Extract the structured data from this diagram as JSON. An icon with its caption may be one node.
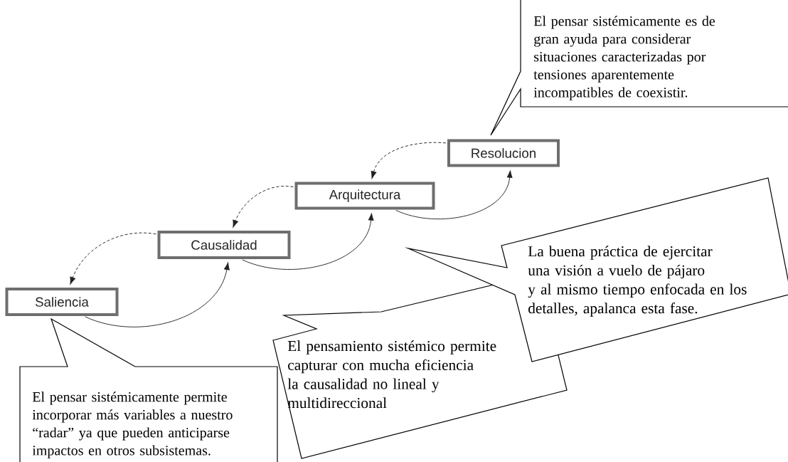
{
  "diagram": {
    "nodes": [
      {
        "text": [
          "El pensar sistémicamente es de gran ayuda para considerar situaciones caracterizadas por tensiones aparentemente incompatibles de coexistir."
        ]
      },
      {
        "text": [
          "Resolucion"
        ]
      },
      {
        "text": [
          "Arquitectura"
        ]
      },
      {
        "text": [
          "Causalidad"
        ]
      },
      {
        "text": [
          "Saliencia"
        ]
      },
      {
        "text": [
          "La buena práctica de ejercitar una visión a vuelo de pájaro y al mismo tiempo enfocada en los detalles, apalanca esta fase."
        ]
      },
      {
        "text": [
          "El pensamiento sistémico permite capturar con mucha eficiencia la causalidad no lineal y multidireccional"
        ]
      },
      {
        "text": [
          "El pensar sistémicamente permite incorporar más variables a nuestro “radar” ya que pueden anticiparse impactos en otros subsistemas."
        ]
      }
    ],
    "edges": [
      {
        "from": 1,
        "to": 2,
        "arrow": "to",
        "style": "dashed"
      },
      {
        "from": 2,
        "to": 3,
        "arrow": "to",
        "style": "dashed"
      },
      {
        "from": 3,
        "to": 4,
        "arrow": "to",
        "style": "dashed"
      },
      {
        "from": 4,
        "to": 3,
        "arrow": "to"
      },
      {
        "from": 3,
        "to": 2,
        "arrow": "to"
      },
      {
        "from": 2,
        "to": 1,
        "arrow": "to"
      }
    ]
  }
}
